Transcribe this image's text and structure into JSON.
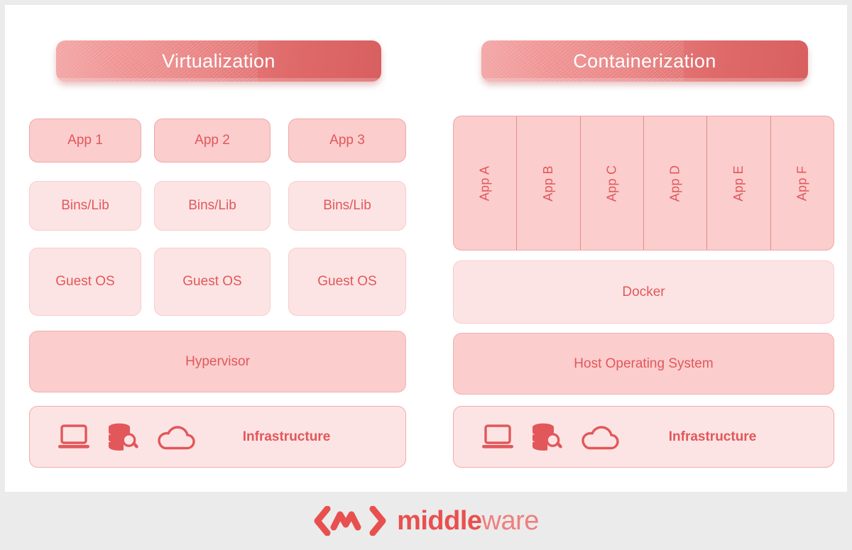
{
  "theme": {
    "page_background": "#ebebeb",
    "board_background": "#ffffff",
    "accent": "#e2575a",
    "banner_gradient_from": "#f3a3a3",
    "banner_gradient_to": "#d85f5f",
    "box_fill_dark": "#fbcdcd",
    "box_fill_light": "#fde4e4",
    "box_border": "#f1a6a6",
    "logo_strong_color": "#e8504f",
    "logo_light_color": "#ef7f7e"
  },
  "left_panel": {
    "banner_title": "Virtualization",
    "apps": [
      "App 1",
      "App 2",
      "App 3"
    ],
    "bins": [
      "Bins/Lib",
      "Bins/Lib",
      "Bins/Lib"
    ],
    "guest_os": [
      "Guest OS",
      "Guest OS",
      "Guest OS"
    ],
    "hypervisor": "Hypervisor",
    "infrastructure": "Infrastructure"
  },
  "right_panel": {
    "banner_title": "Containerization",
    "apps": [
      "App A",
      "App B",
      "App C",
      "App D",
      "App E",
      "App F"
    ],
    "docker": "Docker",
    "host_os": "Host Operating System",
    "infrastructure": "Infrastructure"
  },
  "icons": {
    "laptop": "laptop-icon",
    "database_search": "database-search-icon",
    "cloud": "cloud-icon"
  },
  "footer": {
    "logo_mark": "chevron-m-w-logo",
    "brand_strong": "middle",
    "brand_light": "ware"
  }
}
